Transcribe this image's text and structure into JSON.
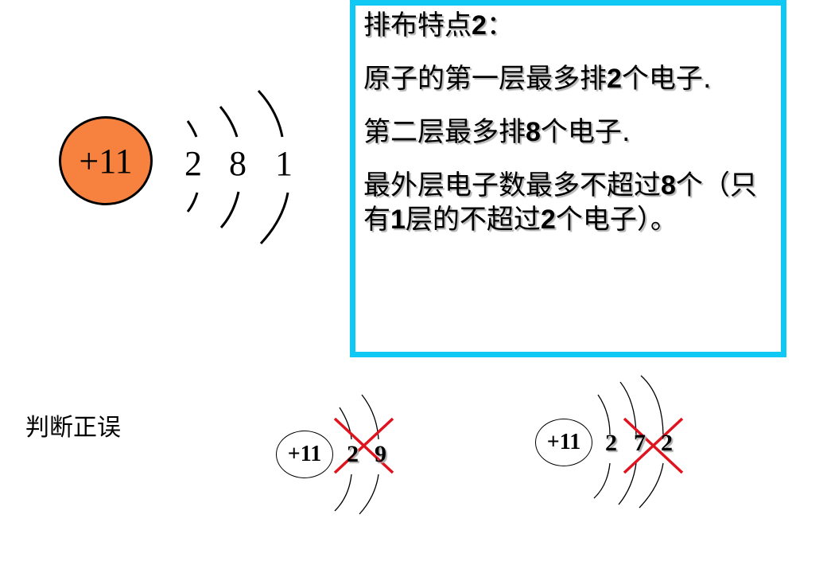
{
  "main_atom": {
    "nucleus_label": "+11",
    "shells": [
      "2",
      "8",
      "1"
    ],
    "nucleus_color": "#f7823f"
  },
  "info_box": {
    "border_color": "#10c8f4",
    "title_prefix": "排布特点",
    "title_num": "2",
    "title_suffix": "：",
    "rule1_a": "原子的第一层最多排",
    "rule1_num": "2",
    "rule1_b": "个电子.",
    "rule2_a": "第二层最多排",
    "rule2_num": "8",
    "rule2_b": "个电子.",
    "rule3_a": "最外层电子数最多不超过",
    "rule3_num": "8",
    "rule3_b": "个（只有",
    "rule3_num2": "1",
    "rule3_c": "层的不超过",
    "rule3_num3": "2",
    "rule3_d": "个电子）。"
  },
  "judge_label": "判断正误",
  "example1": {
    "nucleus_label": "+11",
    "shells": [
      "2",
      "9"
    ],
    "marked_wrong": true
  },
  "example2": {
    "nucleus_label": "+11",
    "shells": [
      "2",
      "7",
      "2"
    ],
    "marked_wrong": true
  },
  "colors": {
    "cross": "#e0141e"
  }
}
